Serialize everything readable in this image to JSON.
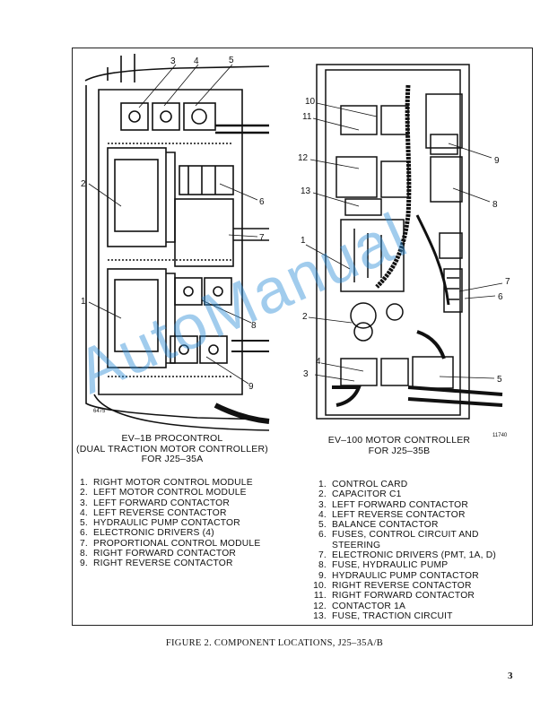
{
  "left_figure": {
    "caption_lines": [
      "EV–1B PROCONTROL",
      "(DUAL TRACTION MOTOR CONTROLLER)",
      "FOR J25–35A"
    ],
    "image_code": "6475",
    "callouts": [
      "1",
      "2",
      "3",
      "4",
      "5",
      "6",
      "7",
      "8",
      "9"
    ],
    "parts": [
      {
        "num": "1.",
        "text": "RIGHT MOTOR CONTROL MODULE"
      },
      {
        "num": "2.",
        "text": "LEFT MOTOR CONTROL MODULE"
      },
      {
        "num": "3.",
        "text": "LEFT FORWARD CONTACTOR"
      },
      {
        "num": "4.",
        "text": "LEFT REVERSE CONTACTOR"
      },
      {
        "num": "5.",
        "text": "HYDRAULIC PUMP CONTACTOR"
      },
      {
        "num": "6.",
        "text": "ELECTRONIC DRIVERS (4)"
      },
      {
        "num": "7.",
        "text": "PROPORTIONAL CONTROL MODULE"
      },
      {
        "num": "8.",
        "text": "RIGHT FORWARD CONTACTOR"
      },
      {
        "num": "9.",
        "text": "RIGHT REVERSE CONTACTOR"
      }
    ]
  },
  "right_figure": {
    "caption_lines": [
      "EV–100 MOTOR CONTROLLER",
      "FOR J25–35B"
    ],
    "image_code": "11740",
    "callouts": [
      "1",
      "2",
      "3",
      "4",
      "5",
      "6",
      "7",
      "8",
      "9",
      "10",
      "11",
      "12",
      "13"
    ],
    "parts": [
      {
        "num": "1.",
        "text": "CONTROL CARD"
      },
      {
        "num": "2.",
        "text": "CAPACITOR C1"
      },
      {
        "num": "3.",
        "text": "LEFT FORWARD CONTACTOR"
      },
      {
        "num": "4.",
        "text": "LEFT REVERSE CONTACTOR"
      },
      {
        "num": "5.",
        "text": "BALANCE CONTACTOR"
      },
      {
        "num": "6.",
        "text": "FUSES, CONTROL CIRCUIT AND"
      },
      {
        "num": "",
        "text": "STEERING"
      },
      {
        "num": "7.",
        "text": "ELECTRONIC DRIVERS (PMT, 1A, D)"
      },
      {
        "num": "8.",
        "text": "FUSE, HYDRAULIC PUMP"
      },
      {
        "num": "9.",
        "text": "HYDRAULIC PUMP CONTACTOR"
      },
      {
        "num": "10.",
        "text": "RIGHT REVERSE CONTACTOR"
      },
      {
        "num": "11.",
        "text": "RIGHT FORWARD CONTACTOR"
      },
      {
        "num": "12.",
        "text": "CONTACTOR 1A"
      },
      {
        "num": "13.",
        "text": "FUSE, TRACTION CIRCUIT"
      }
    ]
  },
  "figure_caption": "FIGURE 2. COMPONENT LOCATIONS, J25–35A/B",
  "page_number": "3",
  "watermark": "AutoManual",
  "colors": {
    "ink": "#111111",
    "watermark": "#2f8fd6"
  }
}
